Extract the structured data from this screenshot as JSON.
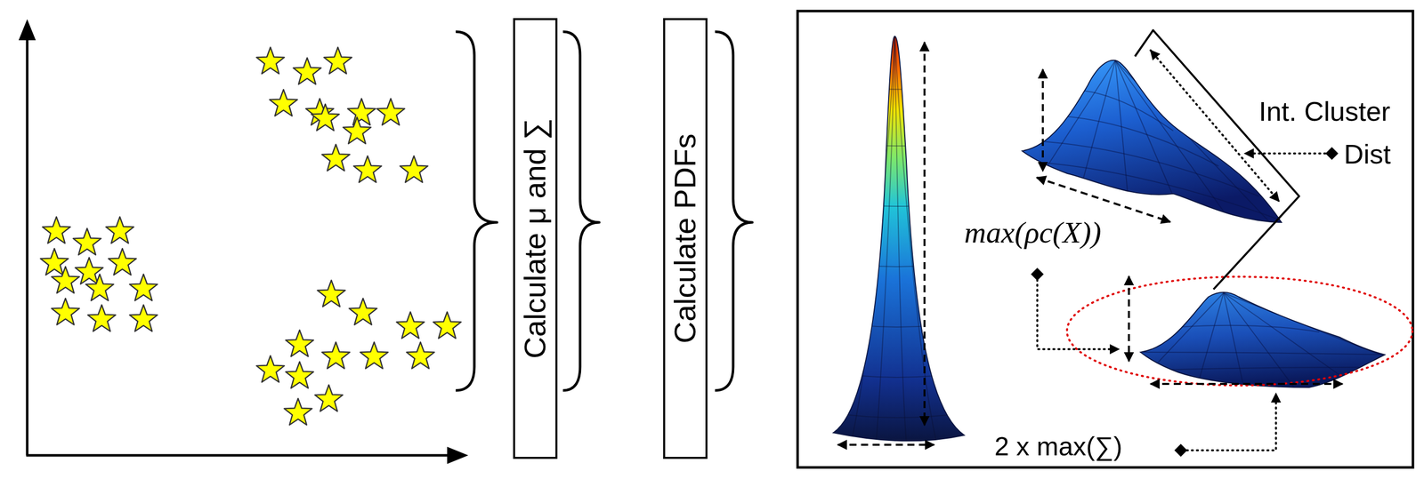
{
  "diagram": {
    "nodes": [
      {
        "text": [
          "Calculate μ and ∑"
        ]
      },
      {
        "text": [
          "Calculate PDFs"
        ]
      }
    ],
    "labels": [
      "Int. Cluster",
      "Dist",
      "max(ρc(X))",
      "2 x max(∑)"
    ]
  }
}
